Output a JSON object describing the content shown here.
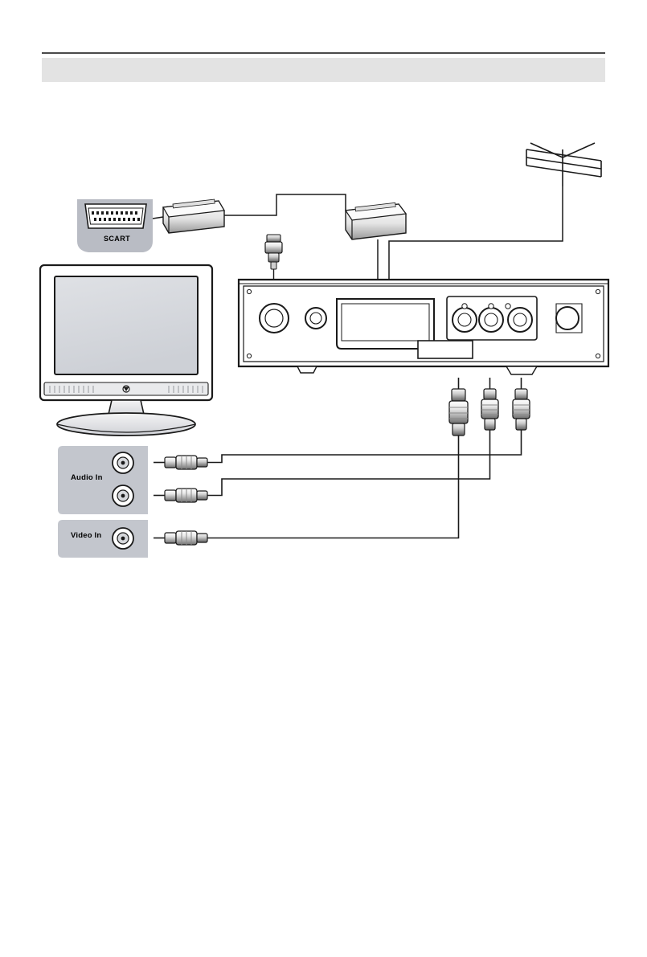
{
  "document": {
    "page_background": "#ffffff",
    "header": {
      "rule_color": "#4a4a4a",
      "band_color": "#e3e3e3",
      "title": ""
    }
  },
  "diagram": {
    "name": "set-top-box-connection-diagram",
    "description": "Rear-panel connection diagram showing a SCART lead and RCA audio/video leads between a television and a digital receiver, with an outdoor aerial feeding the RF input.",
    "colors": {
      "connector_block_fill": "#b9bcc4",
      "connector_block_stroke": "#3a3a3a",
      "panel_fill": "#c3c6cd",
      "screen_fill": "#d8dade",
      "device_fill": "#ffffff",
      "device_stroke": "#1a1a1a",
      "cable_stroke": "#1a1a1a",
      "plug_light": "#f2f2f2",
      "plug_mid": "#c9c9c9",
      "plug_dark": "#6f6f6f"
    },
    "labels": {
      "scart": "SCART",
      "audio_in": "Audio In",
      "video_in": "Video In"
    },
    "components": [
      {
        "id": "aerial",
        "label": ""
      },
      {
        "id": "scart-connector-block",
        "label": "SCART"
      },
      {
        "id": "television",
        "label": ""
      },
      {
        "id": "receiver-rear-panel",
        "label": ""
      },
      {
        "id": "tv-audio-input-panel",
        "label": "Audio In"
      },
      {
        "id": "tv-video-input-panel",
        "label": "Video In"
      }
    ]
  }
}
